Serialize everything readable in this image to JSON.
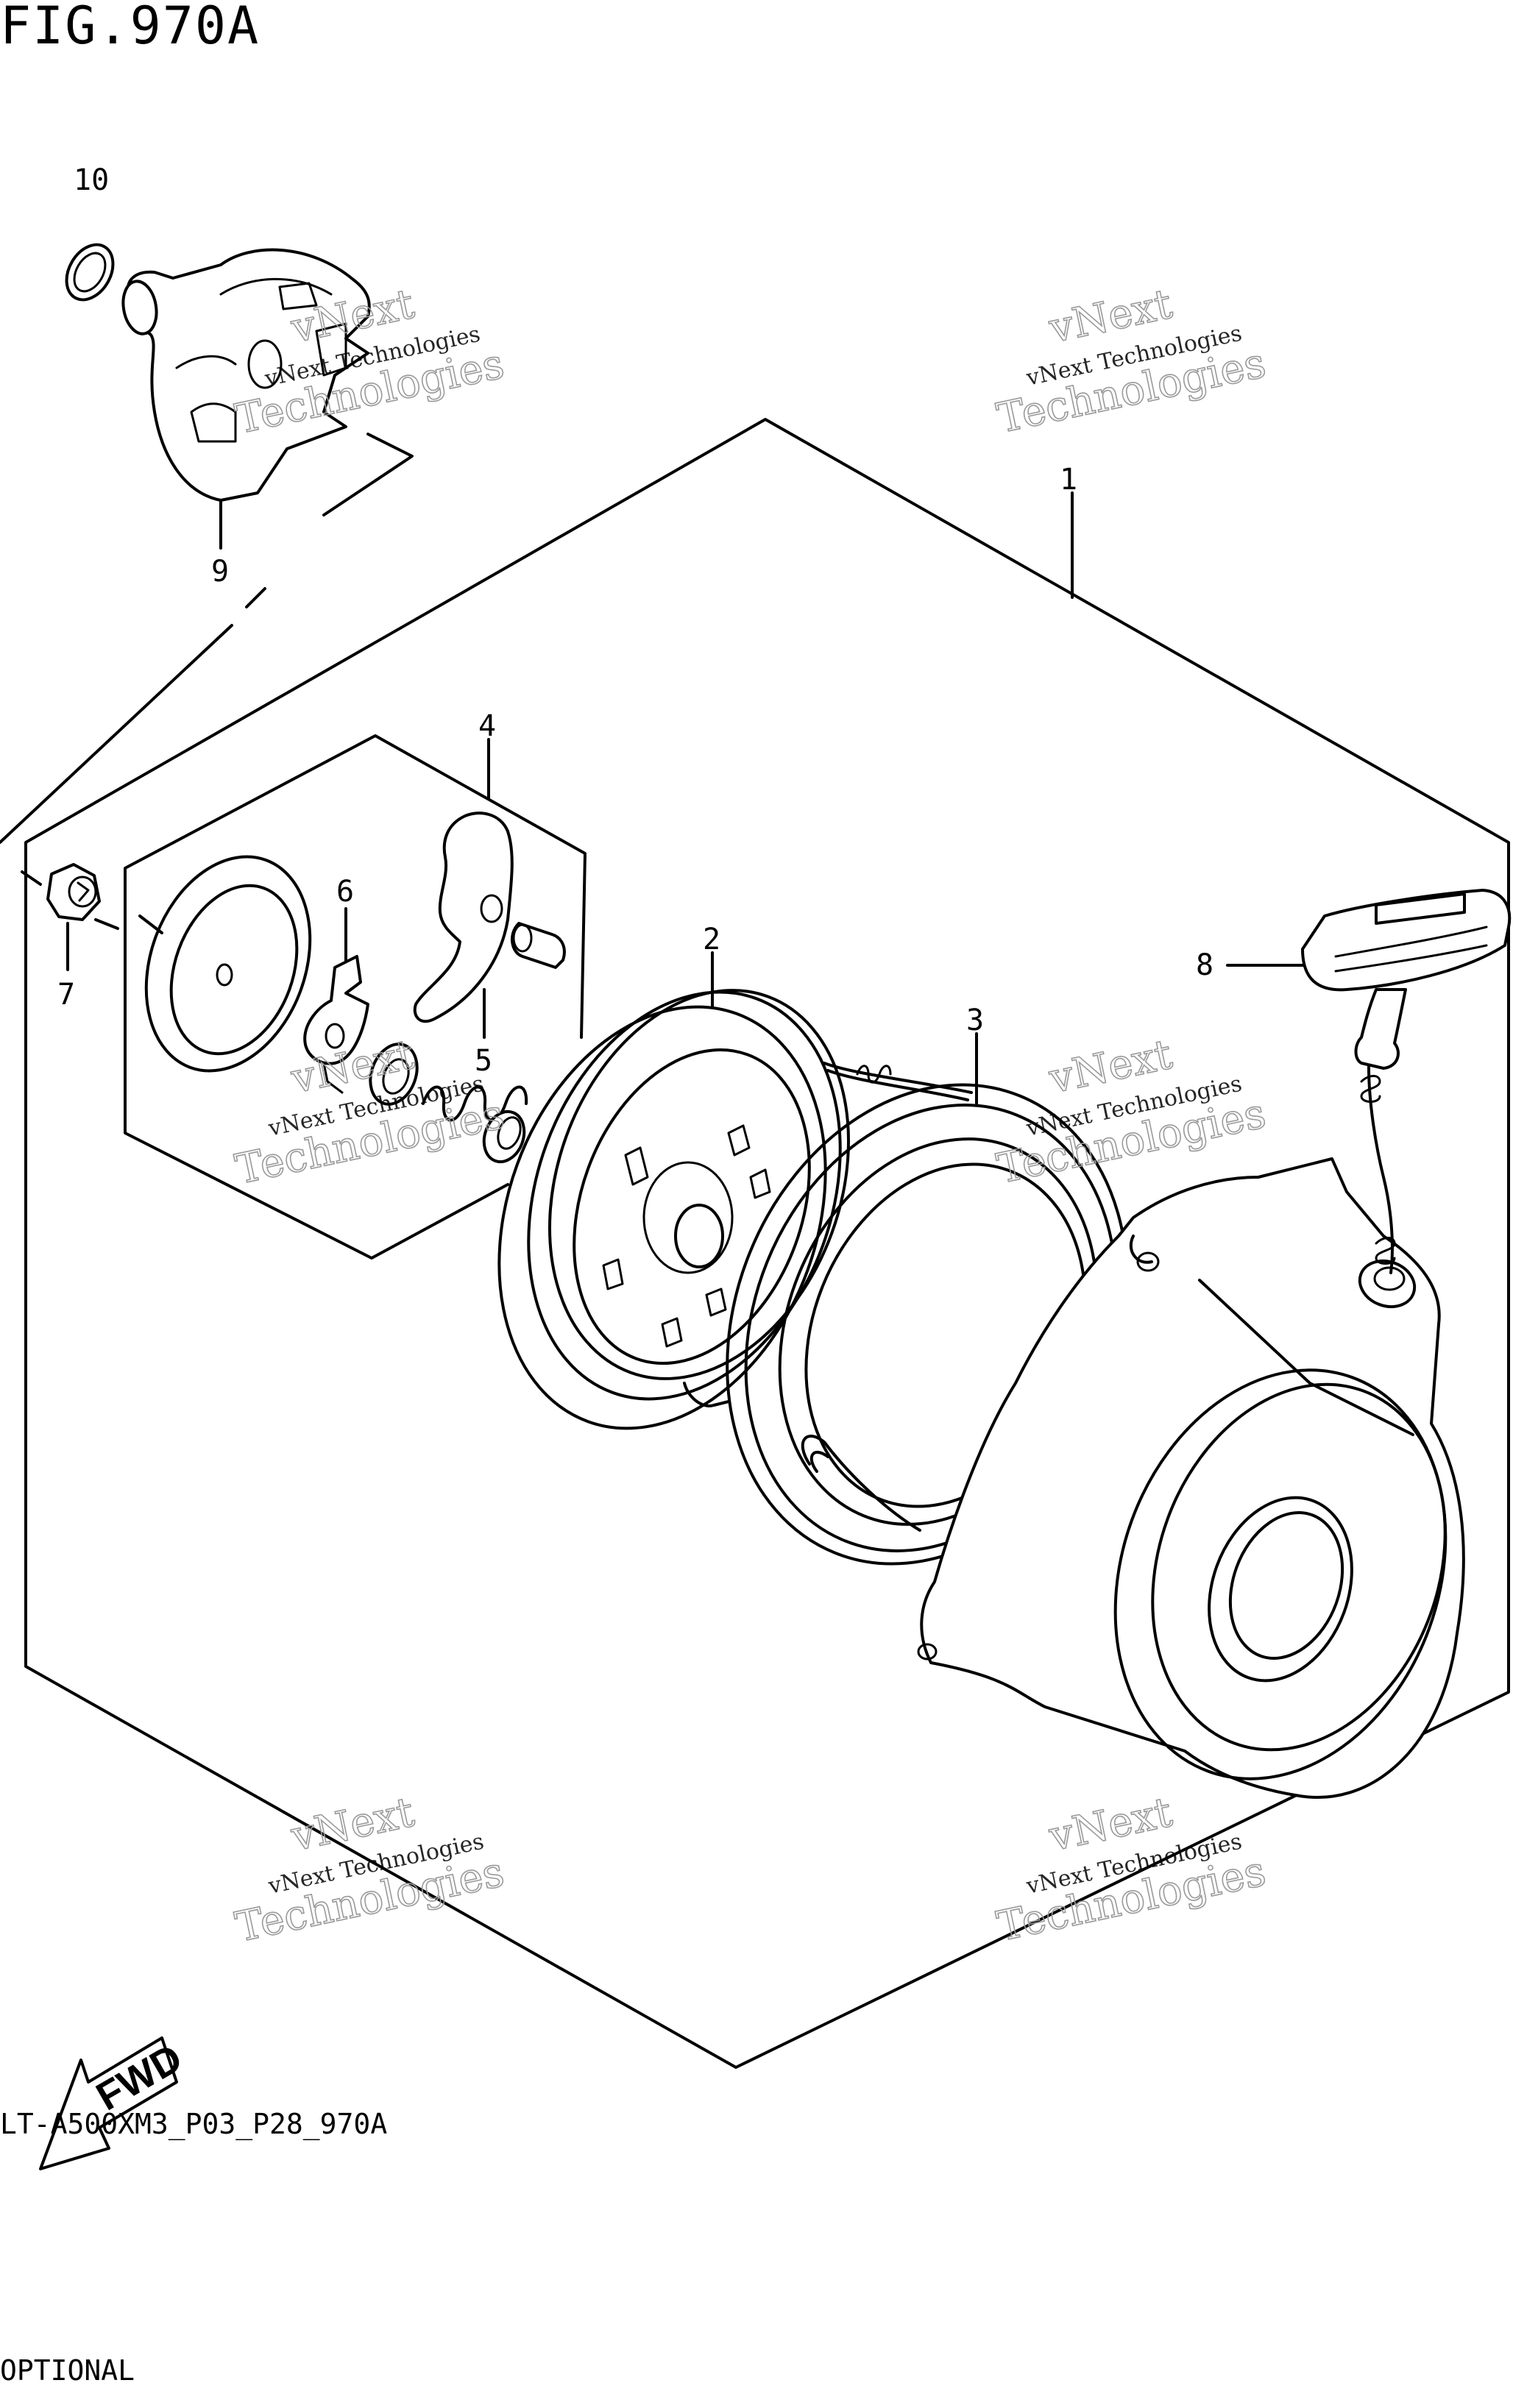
{
  "figure": {
    "title": "FIG.970A",
    "drawing_code": "LT-A500XM3_P03_P28_970A",
    "note": "OPTIONAL"
  },
  "fwd_label": "FWD",
  "callouts": [
    "1",
    "2",
    "3",
    "4",
    "5",
    "6",
    "7",
    "8",
    "9",
    "10"
  ],
  "watermark": {
    "small": "vNext Technologies",
    "big_line1": "vNext",
    "big_line2": "Technologies"
  }
}
